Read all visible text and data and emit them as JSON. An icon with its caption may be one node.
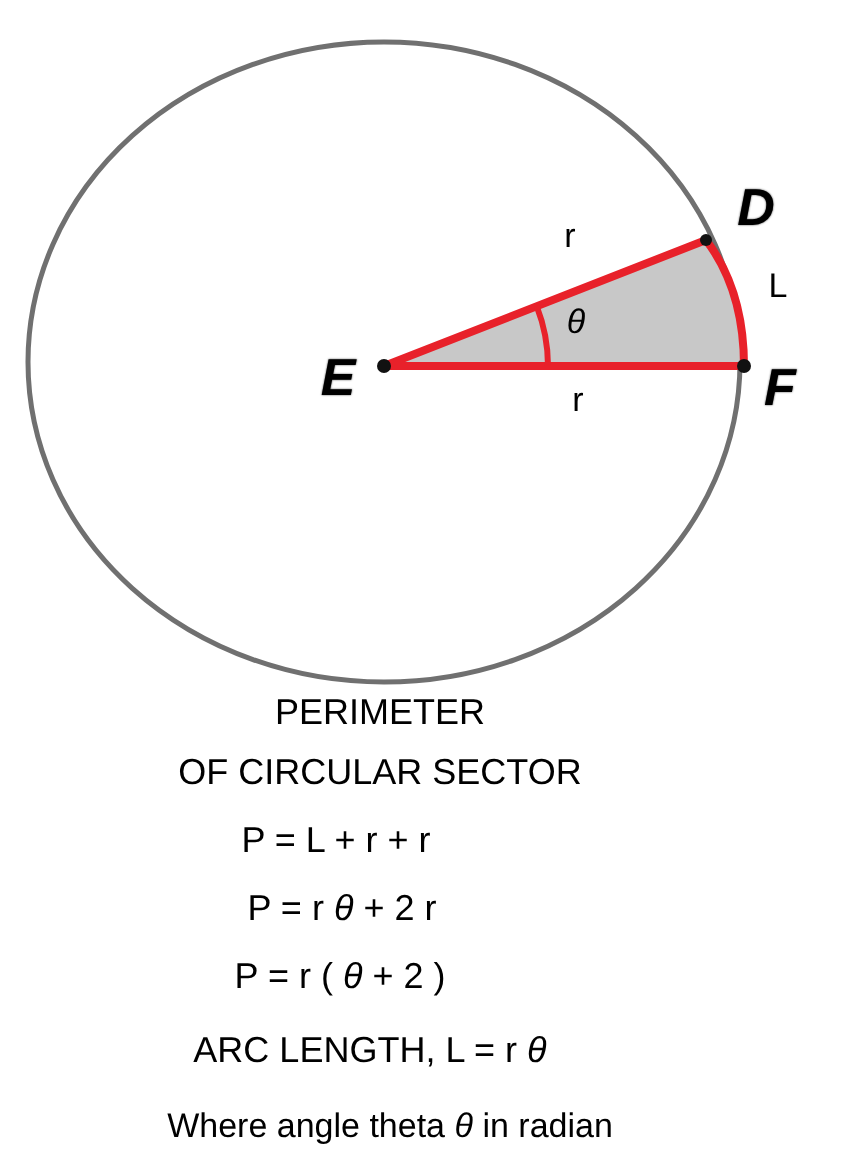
{
  "diagram": {
    "labels": [
      "D",
      "E",
      "F",
      "r",
      "r",
      "L",
      "*θ*",
      "PERIMETER",
      "OF CIRCULAR SECTOR",
      "P = L + r + r",
      "P = r *θ* + 2 r",
      "P = r ( *θ* + 2 )",
      "ARC LENGTH, L = r *θ*",
      "Where angle theta *θ* in radian"
    ]
  }
}
